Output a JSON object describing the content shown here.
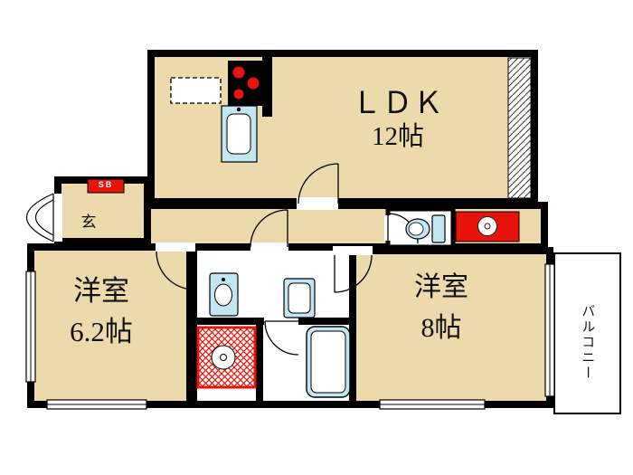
{
  "colors": {
    "floor_beige": "#ecd9ac",
    "wall_black": "#000000",
    "fixture_blue": "#c2e6f2",
    "accent_red": "#e8130b"
  },
  "rooms": {
    "ldk": {
      "name": "ＬＤＫ",
      "size": "12帖"
    },
    "bedroom1": {
      "name": "洋室",
      "size": "6.2帖"
    },
    "bedroom2": {
      "name": "洋室",
      "size": "8帖"
    },
    "balcony": {
      "name": "バルコニー"
    },
    "entrance": {
      "label": "玄"
    }
  },
  "fixtures": {
    "shoe_box": "SB"
  }
}
